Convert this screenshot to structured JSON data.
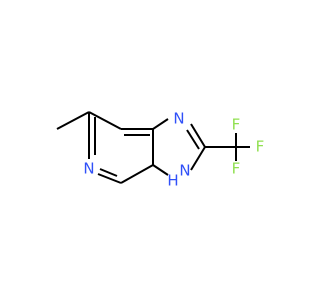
{
  "molecule": {
    "atoms": {
      "n_pyridine": {
        "symbol": "N",
        "color": "#3050F8"
      },
      "n_imine": {
        "symbol": "N",
        "color": "#3050F8"
      },
      "n_amine": {
        "symbol": "N",
        "color": "#3050F8"
      },
      "h_amine": {
        "symbol": "H",
        "color": "#3050F8"
      },
      "f_top": {
        "symbol": "F",
        "color": "#90E050"
      },
      "f_right": {
        "symbol": "F",
        "color": "#90E050"
      },
      "f_bottom": {
        "symbol": "F",
        "color": "#90E050"
      }
    },
    "bond_color": "#000000"
  }
}
